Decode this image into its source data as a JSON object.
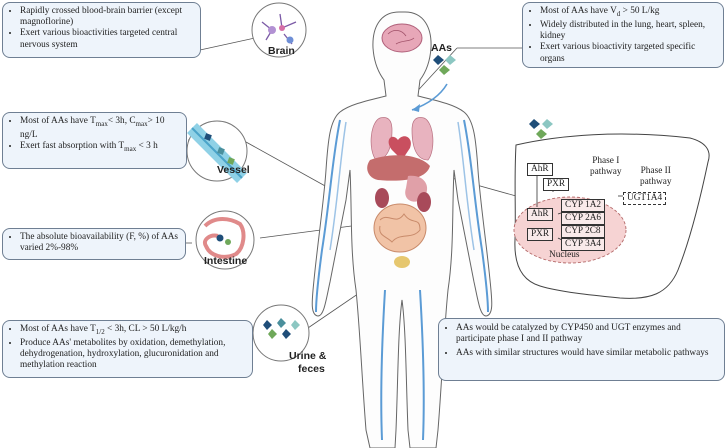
{
  "brain_box": {
    "items": [
      "Rapidly crossed blood-brain barrier (except magnoflorine)",
      "Exert various bioactivities targeted central nervous system"
    ]
  },
  "distribution_box": {
    "items": [
      "Most of AAs have V",
      "Widely distributed in the lung, heart, spleen, kidney",
      "Exert various bioactivity targeted specific organs"
    ],
    "vd_sub": "d",
    "vd_rest": " > 50 L/kg"
  },
  "vessel_box": {
    "t1_pre": "Most of AAs have T",
    "t1_sub": "max",
    "t1_mid": "< 3h, C",
    "t1_sub2": "max",
    "t1_post": "> 10 ng/L",
    "t2_pre": "Exert fast absorption with T",
    "t2_sub": "max",
    "t2_post": " < 3 h"
  },
  "intestine_box": {
    "text": "The absolute bioavailability (F, %) of AAs varied 2%-98%"
  },
  "urine_box": {
    "t1_pre": "Most of AAs have T",
    "t1_sub": "1/2",
    "t1_post": " < 3h, CL > 50 L/kg/h",
    "t2": "Produce AAs' metabolites by oxidation, demethylation, dehydrogenation, hydroxylation, glucuronidation and methylation reaction"
  },
  "metabolism_box": {
    "items": [
      "AAs would be catalyzed by CYP450 and UGT enzymes and participate phase I and II pathway",
      "AAs with similar structures would have similar metabolic pathways"
    ]
  },
  "labels": {
    "brain": "Brain",
    "vessel": "Vessel",
    "intestine": "Intestine",
    "urine": "Urine &",
    "feces": "feces",
    "aas": "AAs"
  },
  "liver": {
    "ahr_top": "AhR",
    "pxr_top": "PXR",
    "phase1": "Phase I",
    "phase1_b": "pathway",
    "phase2": "Phase II",
    "phase2_b": "pathway",
    "ugt": "UGT1A4",
    "ahr_nuc": "AhR",
    "pxr_nuc": "PXR",
    "cyps": [
      "CYP 1A2",
      "CYP 2A6",
      "CYP 2C8",
      "CYP 3A4"
    ],
    "nucleus": "Nucleus"
  },
  "colors": {
    "box_fill": "#eef4fb",
    "box_border": "#6f7f93",
    "molecule_dark": "#1f4e79",
    "molecule_mid": "#4a8f9c",
    "molecule_light": "#8cc7c2",
    "molecule_green": "#6fa85a",
    "liver_nucleus": "#f3c9c9",
    "vessel_blue": "#5b9bd5"
  }
}
